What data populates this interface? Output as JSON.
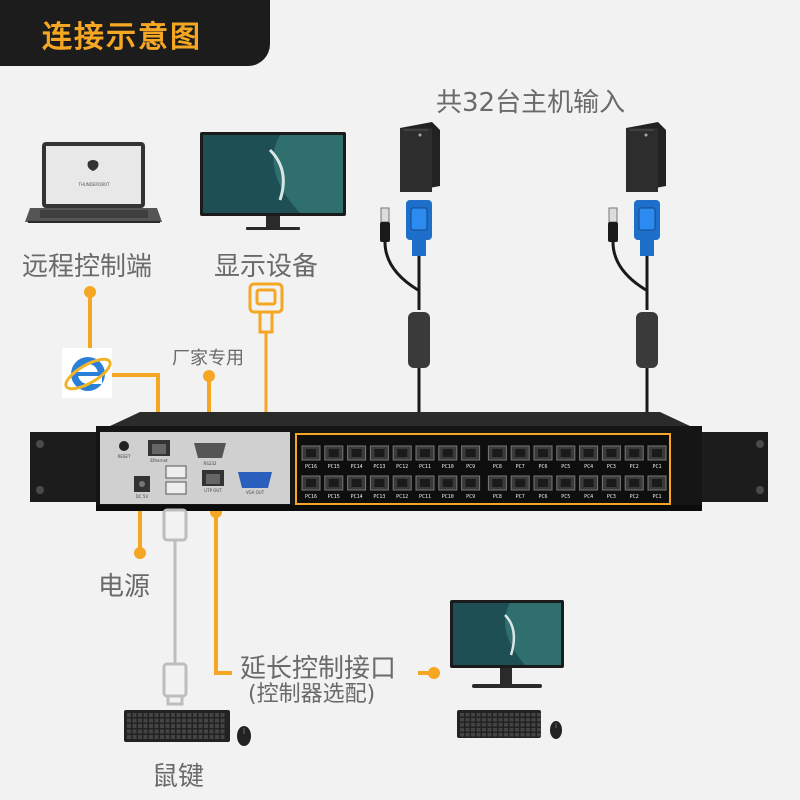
{
  "title": "连接示意图",
  "labels": {
    "host_input": "共32台主机输入",
    "remote": "远程控制端",
    "display": "显示设备",
    "factory": "厂家专用",
    "power": "电源",
    "extension": "延长控制接口",
    "extension_note": "(控制器选配)",
    "kbm": "鼠键"
  },
  "device": {
    "top_row_ports": [
      "PC16",
      "PC15",
      "PC14",
      "PC13",
      "PC12",
      "PC11",
      "PC10",
      "PC9",
      "PC8",
      "PC7",
      "PC6",
      "PC5",
      "PC4",
      "PC3",
      "PC2",
      "PC1"
    ],
    "bottom_row_ports": [
      "PC16",
      "PC15",
      "PC14",
      "PC13",
      "PC12",
      "PC11",
      "PC10",
      "PC9",
      "PC8",
      "PC7",
      "PC6",
      "PC5",
      "PC4",
      "PC3",
      "PC2",
      "PC1"
    ],
    "io_labels": {
      "reset": "RESET",
      "ethernet": "Ethernet",
      "rs232": "RS232",
      "dc": "DC 5V",
      "utp_out": "UTP OUT",
      "vga_out": "VGA OUT"
    }
  },
  "laptop_brand": "THUNDEROBOT",
  "colors": {
    "accent": "#f5a623",
    "gray_line": "#bdbdbd",
    "device": "#1a1a1a"
  }
}
